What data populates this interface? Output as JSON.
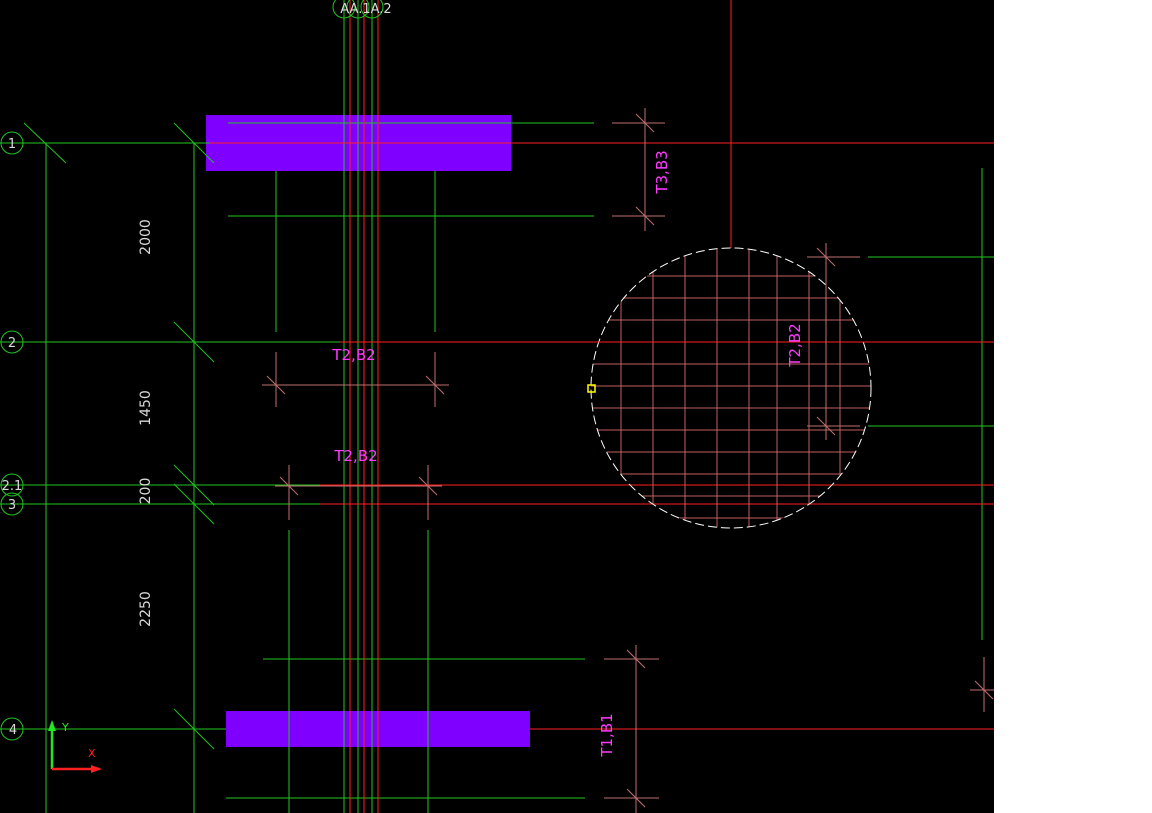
{
  "colors": {
    "background": "#000000",
    "grid_line": "#ff2020",
    "beam_edge": "#22c322",
    "column_fill": "#7f00ff",
    "dimension": "#d9d9d9",
    "rebar_label": "#ff3cff",
    "hatch": "#c06060",
    "opening": "#ffffff",
    "tick": "#c07070",
    "ucs_x": "#ff2020",
    "ucs_y": "#22e822"
  },
  "column_axes": {
    "labels": [
      "A",
      "A.1",
      "A.2"
    ],
    "combined_label": "AA.1A.2"
  },
  "row_axes": [
    {
      "id": "row-1",
      "label": "1"
    },
    {
      "id": "row-2",
      "label": "2"
    },
    {
      "id": "row-2-1",
      "label": "2.1"
    },
    {
      "id": "row-3",
      "label": "3"
    },
    {
      "id": "row-4",
      "label": "4"
    }
  ],
  "dimensions": [
    "2000",
    "1450",
    "200",
    "2250"
  ],
  "rebar_labels": {
    "top_right": "T3,B3",
    "middle_upper": "T2,B2",
    "middle_lower": "T2,B2",
    "circle": "T2,B2",
    "bottom_right": "T1,B1"
  },
  "ucs_icon": {
    "x_label": "X",
    "y_label": "Y"
  },
  "icons": [
    "ucs-icon",
    "grid-bubble-icon",
    "snap-marker-icon"
  ]
}
